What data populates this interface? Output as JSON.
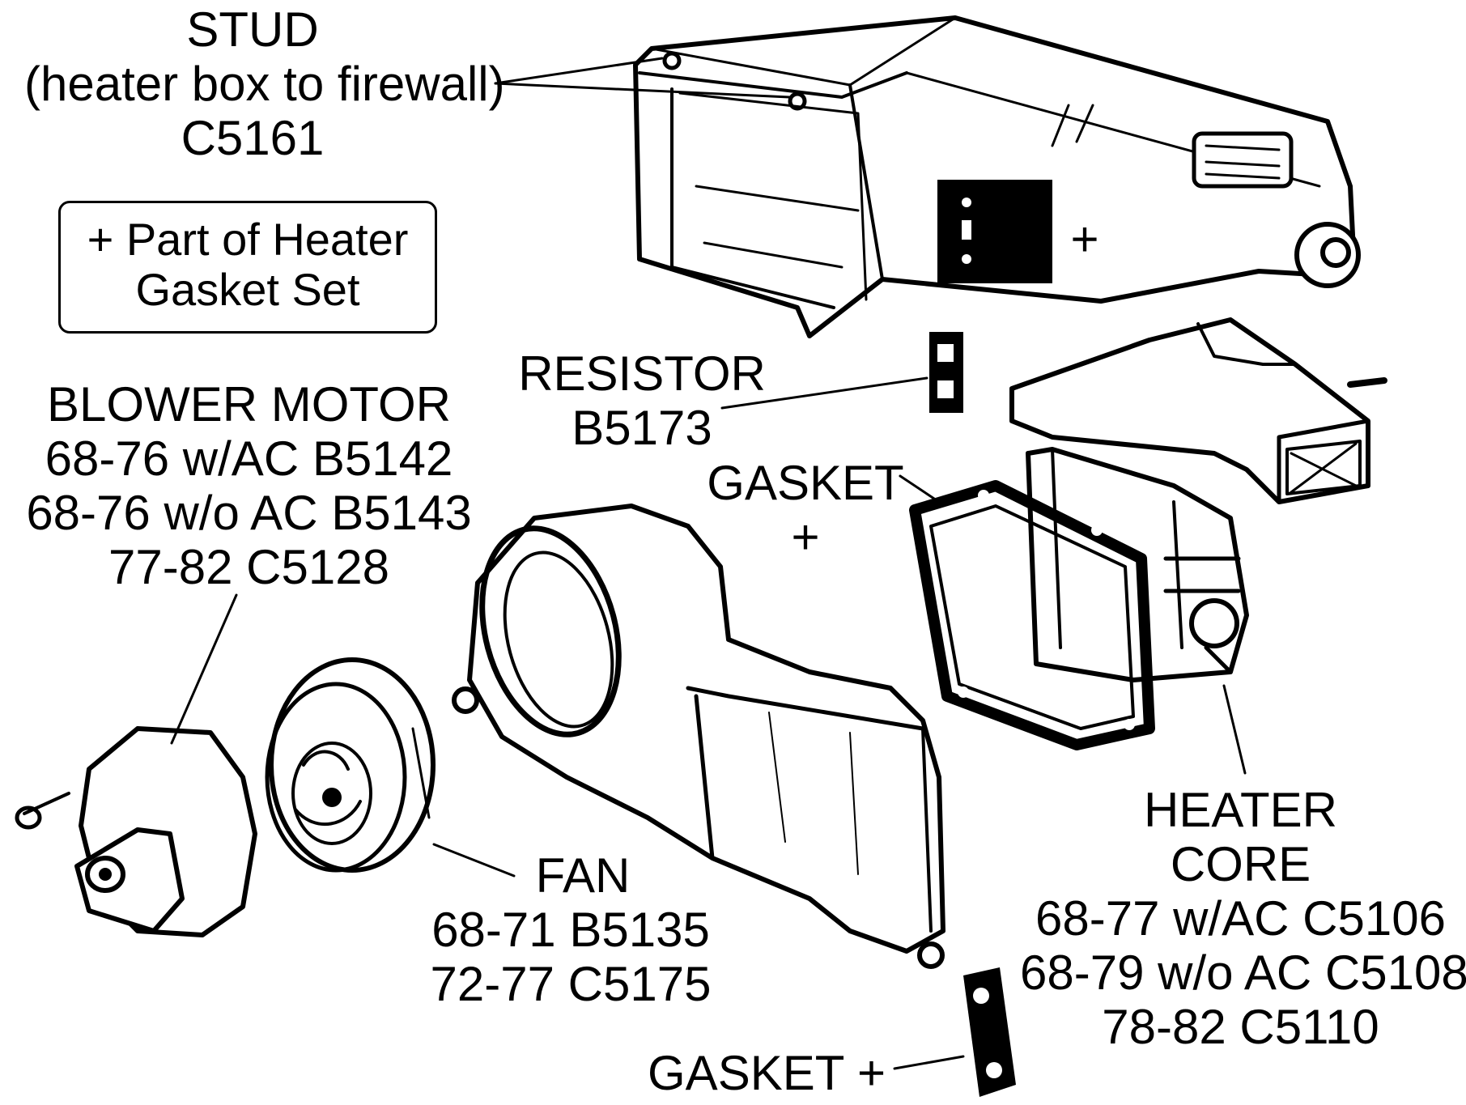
{
  "stud": {
    "name": "STUD",
    "desc": "(heater box to firewall)",
    "part": "C5161"
  },
  "legend": {
    "line1": "+ Part of Heater",
    "line2": "Gasket Set"
  },
  "resistor": {
    "name": "RESISTOR",
    "part": "B5173"
  },
  "gasket_top": {
    "name": "GASKET",
    "plus": "+"
  },
  "heater_box_plus": "+",
  "blower_motor": {
    "name": "BLOWER MOTOR",
    "parts": [
      "68-76 w/AC B5142",
      "68-76 w/o AC B5143",
      "77-82 C5128"
    ]
  },
  "fan": {
    "name": "FAN",
    "parts": [
      "68-71 B5135",
      "72-77 C5175"
    ]
  },
  "heater_core": {
    "name_line1": "HEATER",
    "name_line2": "CORE",
    "parts": [
      "68-77 w/AC C5106",
      "68-79 w/o AC C5108",
      "78-82 C5110"
    ]
  },
  "gasket_bottom": {
    "name": "GASKET +"
  }
}
